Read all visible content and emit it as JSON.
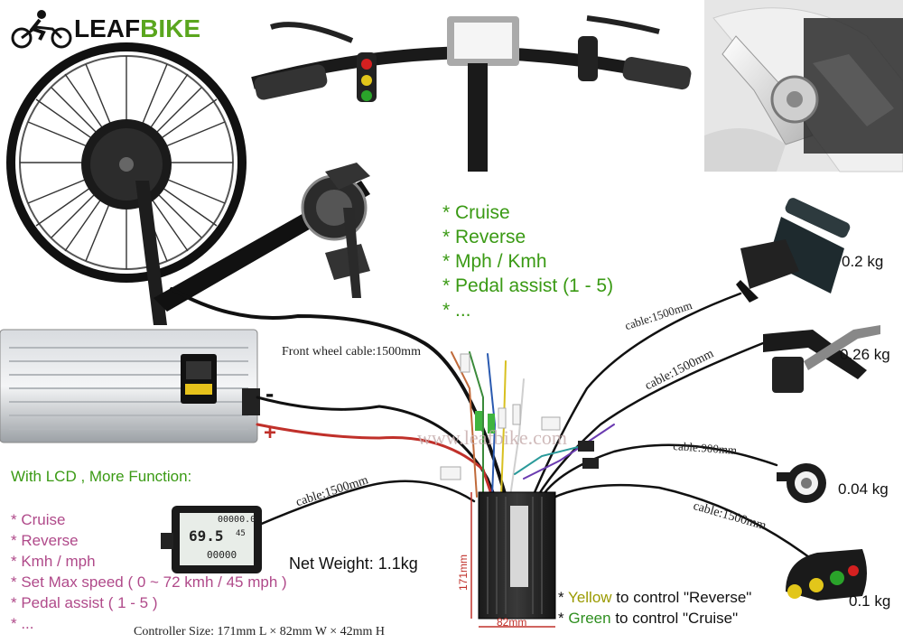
{
  "brand": {
    "name": "LEAFBIKE",
    "name_part1": "LEAF",
    "name_part2": "BIKE",
    "accent": "#5aa61e"
  },
  "watermark": "www.leafbike.com",
  "main_features": [
    "* Cruise",
    "* Reverse",
    "* Mph / Kmh",
    "* Pedal assist (1 - 5)",
    "* ..."
  ],
  "lcd_section": {
    "title": "With LCD , More Function:",
    "items": [
      "* Cruise",
      "* Reverse",
      "* Kmh / mph",
      "* Set Max speed ( 0 ~ 72 kmh / 45 mph )",
      "* Pedal assist ( 1 - 5 )",
      "* ..."
    ],
    "title_color": "#3a9a14",
    "items_color": "#b04a8a"
  },
  "lcd_screen": {
    "speed": "69.5",
    "odo": "00000.0",
    "trip": "00000",
    "level": "45"
  },
  "cables": {
    "front_wheel": "Front wheel cable:1500mm",
    "throttle": "cable:1500mm",
    "brake": "cable:1500mm",
    "pas": "cable:900mm",
    "switch": "cable:1500mm",
    "lcd": "cable:1500mm"
  },
  "weights": {
    "throttle": "0.2 kg",
    "brake": "0.26 kg",
    "pas": "0.04 kg",
    "switch": "0.1 kg"
  },
  "polarity": {
    "negative": "-",
    "positive": "+"
  },
  "net_weight": "Net Weight: 1.1kg",
  "controller_size": "Controller Size: 171mm L × 82mm W × 42mm H",
  "controller_dims": {
    "length": "171mm",
    "width": "82mm"
  },
  "switch_notes": {
    "line1_prefix": "* ",
    "line1_color_word": "Yellow",
    "line1_rest": " to control \"Reverse\"",
    "line2_prefix": "* ",
    "line2_color_word": "Green",
    "line2_rest": " to control \"Cruise\"",
    "yellow_color": "#9a9a00",
    "green_color": "#2f8f20"
  }
}
